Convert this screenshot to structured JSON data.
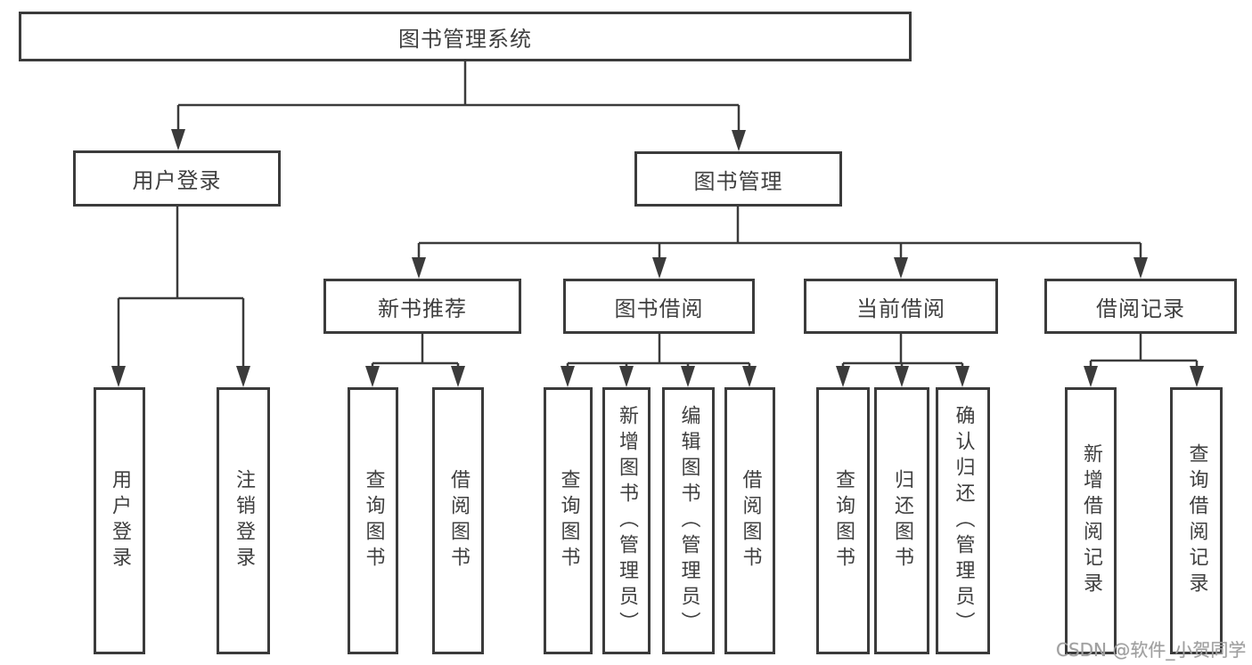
{
  "nodes": {
    "root": {
      "label": "图书管理系统"
    },
    "user_login_group": {
      "label": "用户登录"
    },
    "book_mgmt_group": {
      "label": "图书管理"
    },
    "new_book_rec": {
      "label": "新书推荐"
    },
    "book_borrow": {
      "label": "图书借阅"
    },
    "current_borrow": {
      "label": "当前借阅"
    },
    "borrow_records": {
      "label": "借阅记录"
    },
    "user_login": {
      "label": "用户登录"
    },
    "logout": {
      "label": "注销登录"
    },
    "rec_query_book": {
      "label": "查询图书"
    },
    "rec_borrow_book": {
      "label": "借阅图书"
    },
    "bb_query_book": {
      "label": "查询图书"
    },
    "bb_add_book": {
      "label": "新增图书（管理员）"
    },
    "bb_edit_book": {
      "label": "编辑图书（管理员）"
    },
    "bb_borrow_book": {
      "label": "借阅图书"
    },
    "cb_query_book": {
      "label": "查询图书"
    },
    "cb_return_book": {
      "label": "归还图书"
    },
    "cb_confirm_return": {
      "label": "确认归还（管理员）"
    },
    "br_add_record": {
      "label": "新增借阅记录"
    },
    "br_query_record": {
      "label": "查询借阅记录"
    }
  },
  "hierarchy": {
    "图书管理系统": {
      "用户登录": [
        "用户登录",
        "注销登录"
      ],
      "图书管理": {
        "新书推荐": [
          "查询图书",
          "借阅图书"
        ],
        "图书借阅": [
          "查询图书",
          "新增图书（管理员）",
          "编辑图书（管理员）",
          "借阅图书"
        ],
        "当前借阅": [
          "查询图书",
          "归还图书",
          "确认归还（管理员）"
        ],
        "借阅记录": [
          "新增借阅记录",
          "查询借阅记录"
        ]
      }
    }
  },
  "watermark": {
    "text": "CSDN @软件_小贺同学"
  },
  "colors": {
    "line": "#3b3b3b",
    "text": "#3f3f3f",
    "watermark": "#9f9f9f",
    "background": "#ffffff"
  }
}
